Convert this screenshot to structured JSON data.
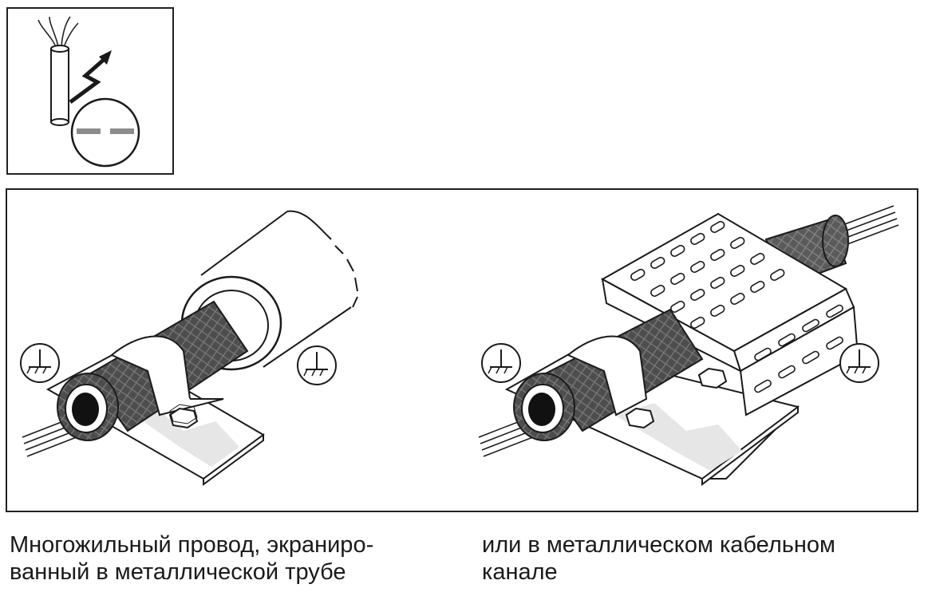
{
  "captions": {
    "left": {
      "line1": "Многожильный провод, экраниро-",
      "line2": "ванный в металлической трубе"
    },
    "right": {
      "line1": "или в металлическом кабельном",
      "line2": "канале"
    }
  },
  "icons": {
    "emi": "emi-shield-warning-icon",
    "ground": "ground-symbol-icon"
  },
  "colors": {
    "line": "#1a1a1a",
    "shield": "#555555",
    "plate": "#e6e6e6",
    "dash": "#8c8c8c"
  }
}
